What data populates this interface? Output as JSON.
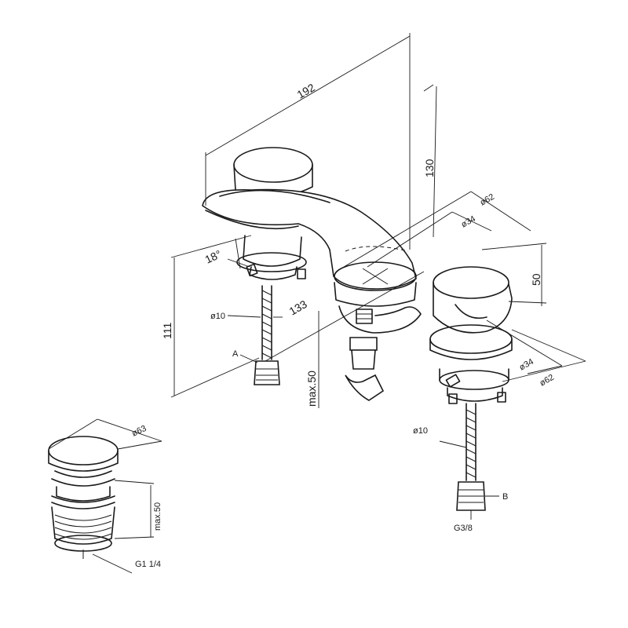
{
  "dimensions": {
    "width_overall": "192",
    "height_spout": "130",
    "spout_diam_outer": "ø62",
    "spout_diam_inner": "ø34",
    "spout_rosette_height": "50",
    "angle": "18°",
    "hose_diam_left": "ø10",
    "spacing": "133",
    "height_left": "111",
    "point_a": "A",
    "max_thickness": "max.50",
    "handle_diam_inner": "ø34",
    "handle_diam_outer": "ø62",
    "hose_diam_right": "ø10",
    "point_b": "B",
    "thread_hose": "G3/8",
    "drain_diam": "ø63",
    "drain_max": "max.50",
    "drain_thread": "G1 1/4"
  }
}
